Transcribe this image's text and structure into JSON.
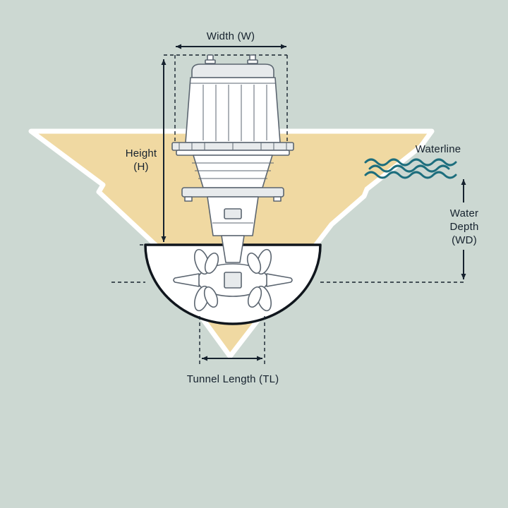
{
  "labels": {
    "width": "Width (W)",
    "height_line1": "Height",
    "height_line2": "(H)",
    "waterline": "Waterline",
    "water_depth_line1": "Water",
    "water_depth_line2": "Depth",
    "water_depth_line3": "(WD)",
    "tunnel_length": "Tunnel Length (TL)"
  },
  "colors": {
    "background": "#ccd8d2",
    "hull_sand": "#f0d9a2",
    "hull_edge": "#ffffff",
    "ink": "#16222e",
    "wave_teal": "#1d6e7d",
    "outline_dark": "#10161d",
    "machine_stroke": "#5b6570",
    "machine_shade": "#e7eaec"
  }
}
